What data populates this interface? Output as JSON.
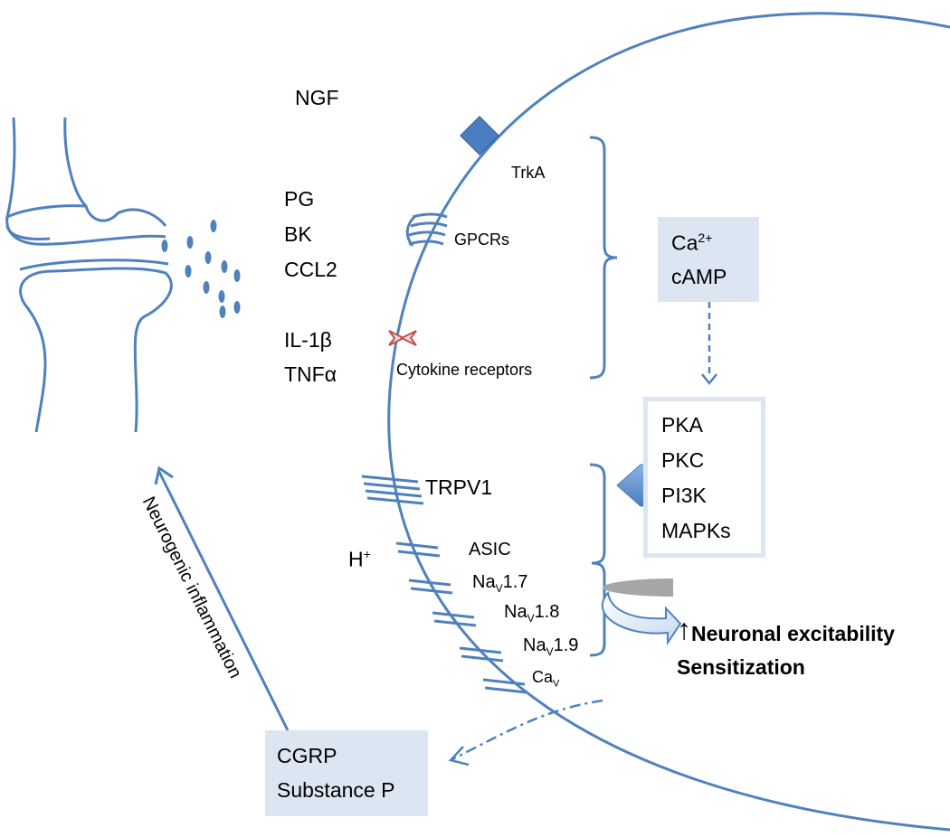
{
  "mediators": {
    "ngf": "NGF",
    "pg": "PG",
    "bk": "BK",
    "ccl2": "CCL2",
    "il1b": "IL-1β",
    "tnfa": "TNFα",
    "h_plus": "H",
    "h_plus_sup": "+"
  },
  "receptors": {
    "trka": "TrkA",
    "gpcrs": "GPCRs",
    "cytokine": "Cytokine receptors",
    "trpv1": "TRPV1",
    "asic": "ASIC",
    "nav17": {
      "base": "Na",
      "sub": "V",
      "num": "1.7"
    },
    "nav18": {
      "base": "Na",
      "sub": "V",
      "num": "1.8"
    },
    "nav19": {
      "base": "Na",
      "sub": "V",
      "num": "1.9"
    },
    "cav": {
      "base": "Ca",
      "sub": "V"
    }
  },
  "second_messengers": {
    "ca": "Ca",
    "ca_sup": "2+",
    "camp": "cAMP"
  },
  "kinases": [
    "PKA",
    "PKC",
    "PI3K",
    "MAPKs"
  ],
  "outcome": {
    "arrow": "↑",
    "line1": "Neuronal excitability",
    "line2": "Sensitization"
  },
  "neuropeptides": [
    "CGRP",
    "Substance P"
  ],
  "side_label": "Neurogenic inflammation",
  "colors": {
    "line": "#4f81bd",
    "box_fill": "#dce6f2",
    "accent": "#4a7ec0",
    "cytokine_receptor": "#c0504d"
  }
}
